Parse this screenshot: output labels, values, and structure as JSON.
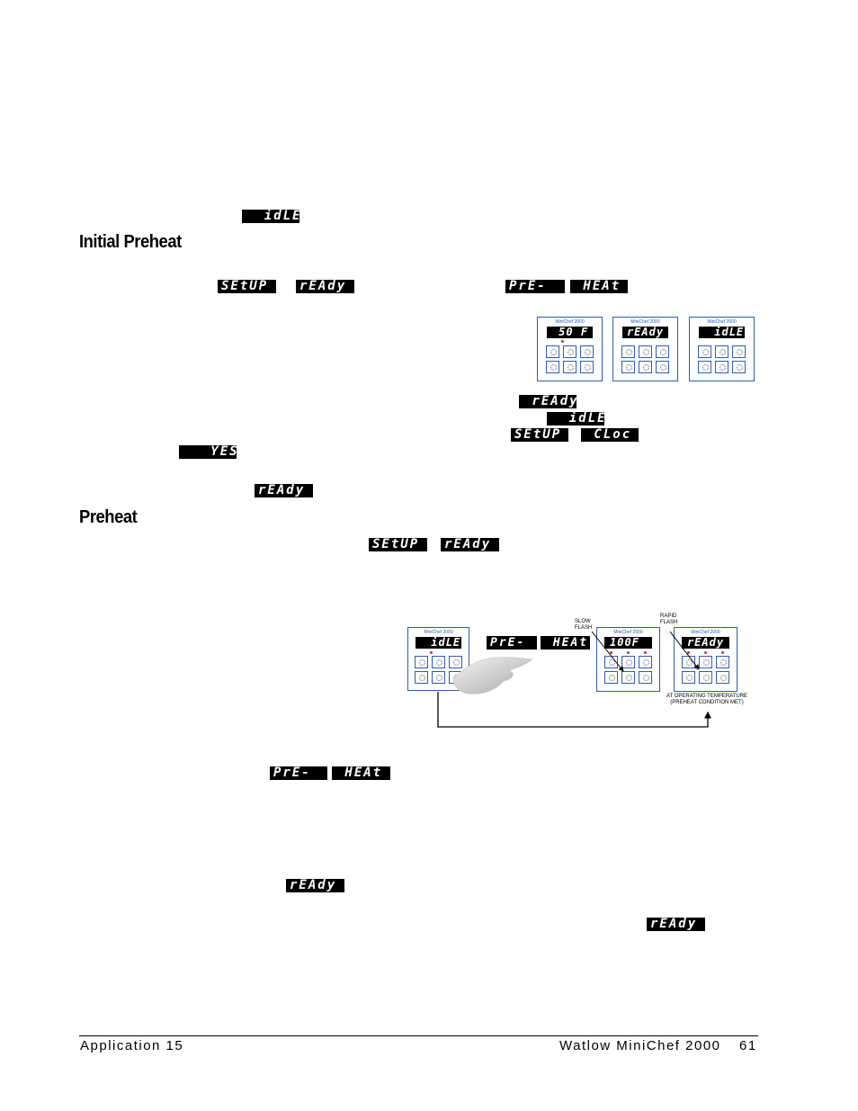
{
  "displays": {
    "idle_top": "  idLE",
    "setup1": "SEtUP",
    "ready1": "rEAdy",
    "pre1": "PrE-",
    "heat1": " HEAt",
    "ready2": " rEAdy",
    "idle2": "  idLE",
    "setup2": "SEtUP",
    "cloc": " CLoc",
    "yes": "   YES",
    "ready3": "rEAdy",
    "setup3": "SEtUP",
    "ready4": "rEAdy",
    "pre2": "PrE-",
    "heat2": " HEAt",
    "ready5": "rEAdy",
    "ready6": "rEAdy"
  },
  "headings": {
    "initial_preheat": "Initial Preheat",
    "preheat": "Preheat"
  },
  "figure1": {
    "panels": [
      {
        "title": "MiniChef 2000",
        "display": " 50 F"
      },
      {
        "title": "MiniChef 2000",
        "display": "rEAdy"
      },
      {
        "title": "MiniChef 2000",
        "display": "  idLE"
      }
    ]
  },
  "figure2": {
    "panels": [
      {
        "title": "MiniChef 2000",
        "display": "  idLE"
      },
      {
        "title": "MiniChef 2000",
        "display": "100F"
      },
      {
        "title": "MiniChef 2000",
        "display": "rEAdy"
      }
    ],
    "seq_pre": "PrE-",
    "seq_heat": " HEAt",
    "label_slow": "SLOW\nFLASH",
    "label_rapid": "RAPID\nFLASH",
    "label_operating": "AT OPERATING TEMPERATURE\n(PREHEAT CONDITION MET)"
  },
  "footer": {
    "left": "Application 15",
    "center": "Watlow MiniChef 2000",
    "page": "61"
  }
}
